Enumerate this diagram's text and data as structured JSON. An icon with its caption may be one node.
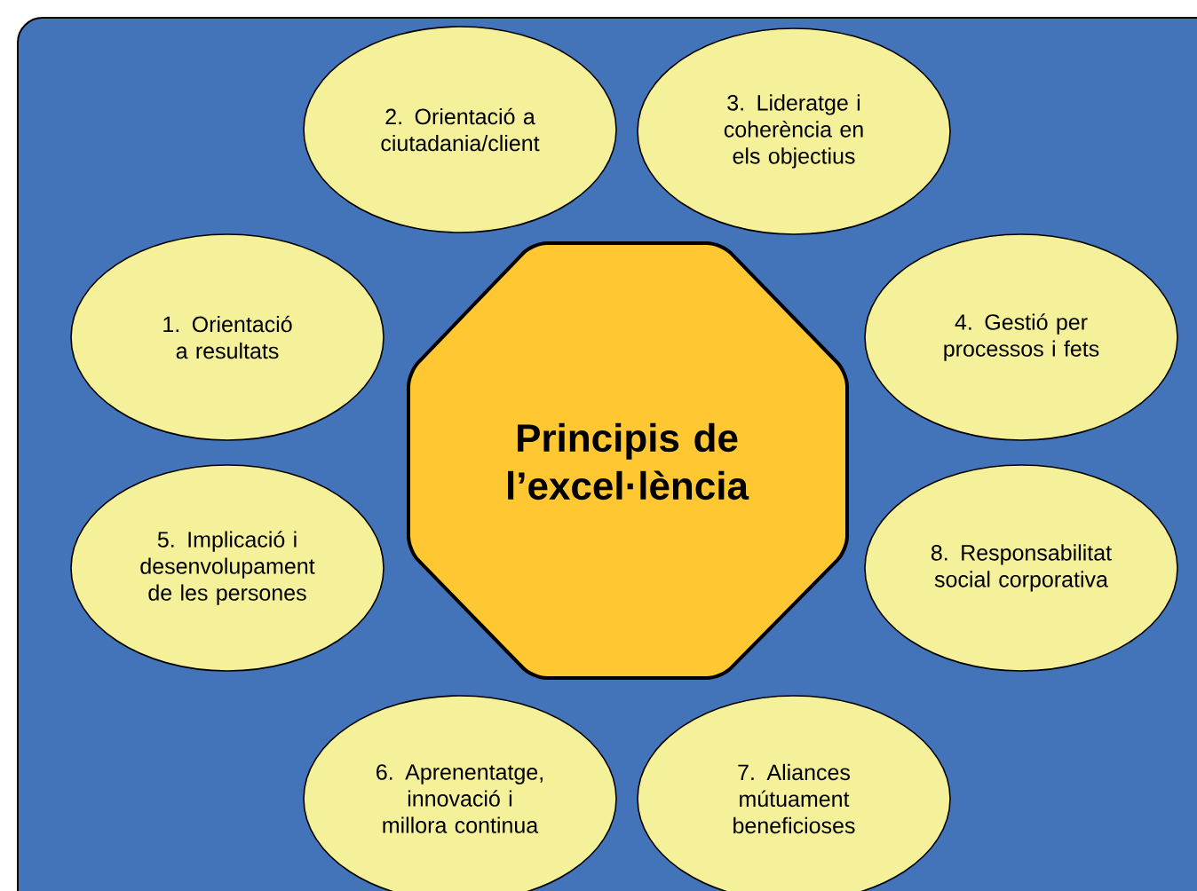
{
  "diagram": {
    "nodes": [
      {
        "text": [
          "2. Orientació a ciutadania/client"
        ]
      },
      {
        "text": [
          "3. Lideratge i coherència en els objectius"
        ]
      },
      {
        "text": [
          "1. Orientació a resultats"
        ]
      },
      {
        "text": [
          "4. Gestió per processos i fets"
        ]
      },
      {
        "text": [
          "Principis de l’excel·lència"
        ]
      },
      {
        "text": [
          "5. Implicació i desenvolupament de les persones"
        ]
      },
      {
        "text": [
          "8. Responsabilitat social corporativa"
        ]
      },
      {
        "text": [
          "6. Aprenentatge, innovació i millora continua"
        ]
      },
      {
        "text": [
          "7. Aliances mútuament beneficioses"
        ]
      }
    ]
  }
}
